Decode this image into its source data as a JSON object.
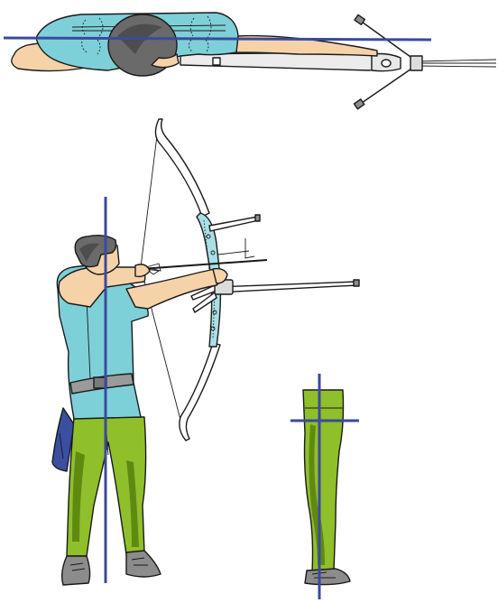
{
  "colors": {
    "background": "#ffffff",
    "shirt": "#7ed0d8",
    "pants": "#8fbf2a",
    "pants_shadow": "#5f8a12",
    "skin": "#f6d2a9",
    "hair": "#6a6a6a",
    "belt": "#9a9a9a",
    "quiver": "#3a4fa0",
    "riser": "#a9dfe6",
    "shoe": "#8c8c8c",
    "guide_line": "#3b4a9c",
    "outline": "#1a1a1a",
    "arrow_fletch": "#c0392b"
  },
  "figures": {
    "top_view": "archer-top-view",
    "front_view": "archer-side-view",
    "leg_detail": "leg-stance-detail"
  },
  "icons": {
    "bow": "recurve-bow-icon",
    "quiver": "quiver-icon",
    "arrow": "arrow-icon"
  }
}
